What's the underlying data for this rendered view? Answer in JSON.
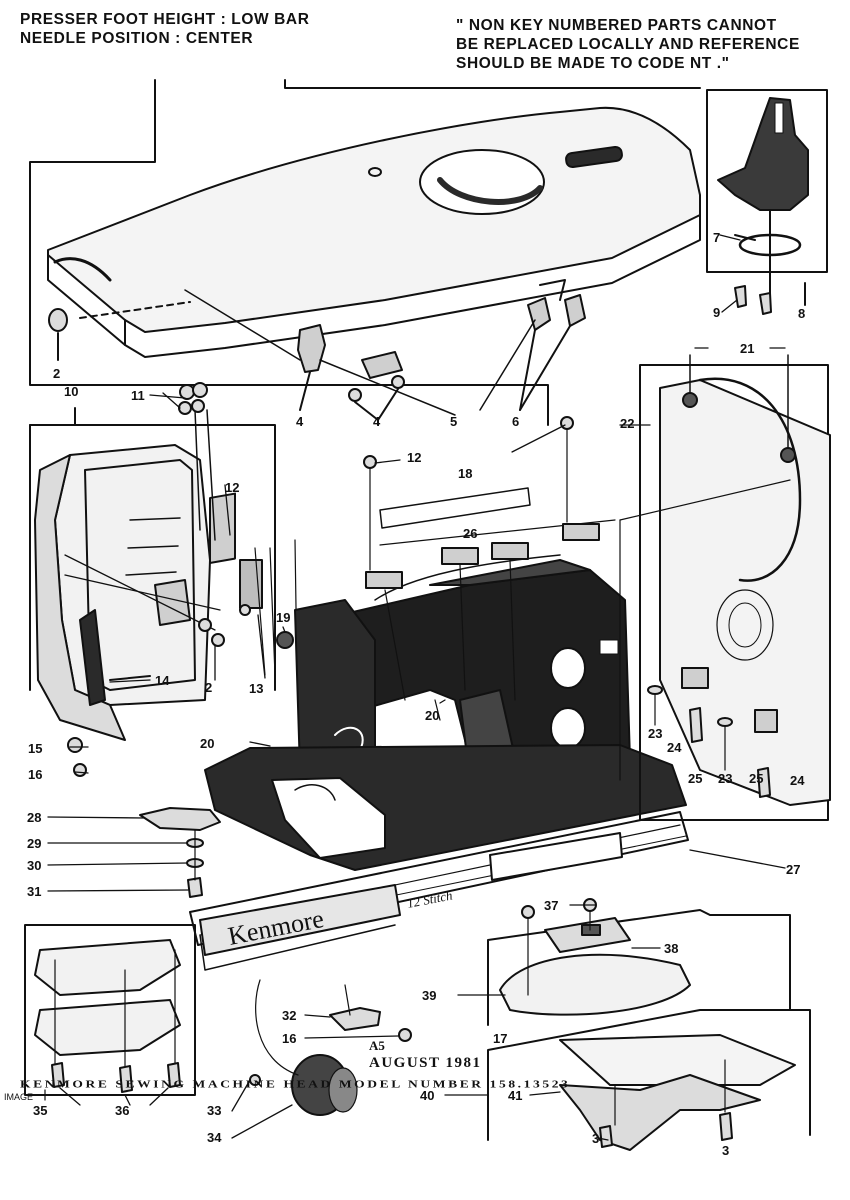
{
  "header": {
    "left": [
      "PRESSER FOOT HEIGHT : LOW BAR",
      "NEEDLE POSITION : CENTER"
    ],
    "right": [
      "\" NON KEY NUMBERED PARTS CANNOT",
      "BE REPLACED LOCALLY AND REFERENCE",
      "SHOULD BE MADE TO CODE NT .\""
    ]
  },
  "plate": {
    "brand": "Kenmore",
    "stitch": "12 Stitch"
  },
  "part_labels": [
    "2",
    "3",
    "4",
    "5",
    "6",
    "7",
    "8",
    "9",
    "10",
    "11",
    "12",
    "13",
    "14",
    "15",
    "16",
    "17",
    "18",
    "19",
    "20",
    "21",
    "22",
    "23",
    "24",
    "25",
    "26",
    "27",
    "28",
    "29",
    "30",
    "31",
    "32",
    "33",
    "34",
    "35",
    "36",
    "37",
    "38",
    "39",
    "40",
    "41"
  ],
  "footer": {
    "date_code": "A5",
    "date": "AUGUST 1981",
    "model_line": "KENMORE SEWING MACHINE HEAD MODEL NUMBER 158.13523",
    "page_mark": "Image"
  },
  "colors": {
    "ink": "#111111",
    "paper": "#ffffff",
    "shade": "#2a2a2a"
  }
}
